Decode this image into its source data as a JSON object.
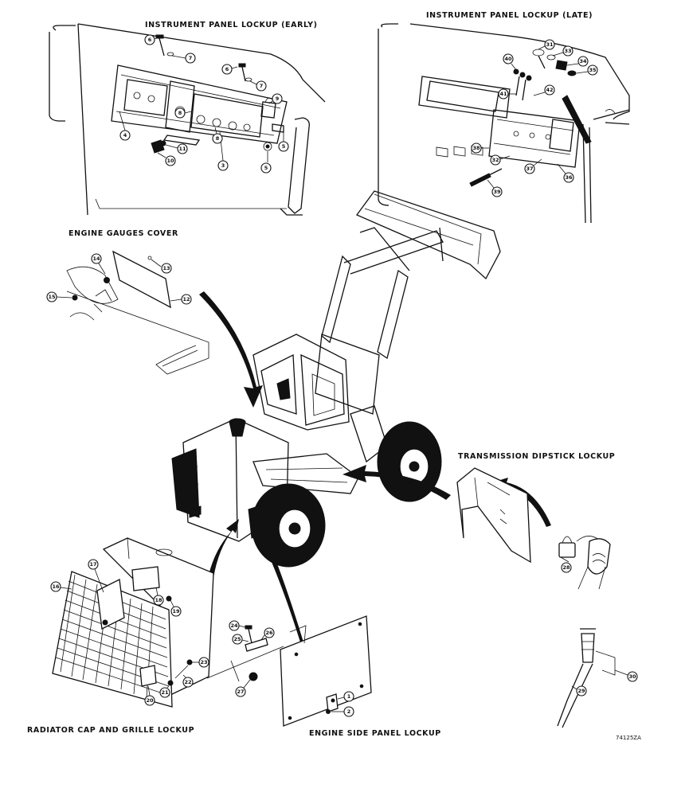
{
  "headings": {
    "panel_early": "INSTRUMENT PANEL LOCKUP (EARLY)",
    "panel_late": "INSTRUMENT PANEL LOCKUP (LATE)",
    "gauges_cover": "ENGINE GAUGES COVER",
    "dipstick": "TRANSMISSION DIPSTICK LOCKUP",
    "radiator": "RADIATOR CAP AND GRILLE LOCKUP",
    "side_panel": "ENGINE SIDE PANEL LOCKUP"
  },
  "drawing_number": "74125ZA",
  "callouts": {
    "early_panel": [
      "6",
      "7",
      "6",
      "7",
      "9",
      "8",
      "11",
      "10",
      "3",
      "8",
      "5",
      "4",
      "5"
    ],
    "late_panel": [
      "31",
      "33",
      "34",
      "35",
      "40",
      "41",
      "42",
      "38",
      "32",
      "37",
      "39",
      "36"
    ],
    "gauges_cover": [
      "14",
      "13",
      "15",
      "12"
    ],
    "radiator": [
      "17",
      "16",
      "18",
      "19",
      "23",
      "22",
      "21",
      "20"
    ],
    "side_panel": [
      "24",
      "26",
      "25",
      "27",
      "1",
      "2"
    ],
    "dipstick": [
      "28",
      "29",
      "30"
    ]
  }
}
